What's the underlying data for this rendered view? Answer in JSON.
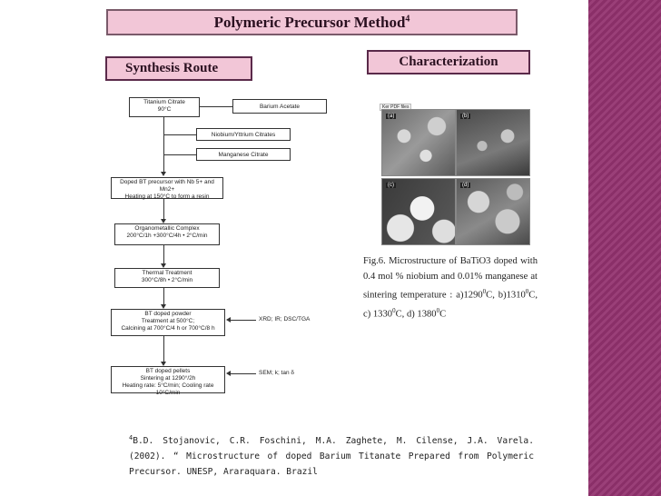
{
  "title": "Polymeric Precursor Method",
  "title_sup": "4",
  "synthesis_label": "Synthesis Route",
  "characterization_label": "Characterization",
  "flowchart": {
    "titanium": [
      "Titanium Citrate",
      "90°C"
    ],
    "barium": "Barium Acetate",
    "niobium": "Niobium/Yttrium Citrates",
    "manganese": "Manganese Citrate",
    "doped": [
      "Doped BT precursor with Nb 5+ and Mn2+",
      "Heating at 150°C to form a resin"
    ],
    "organometallic": [
      "Organometallic Complex",
      "200°C/1h +300°C/4h • 2°C/min"
    ],
    "thermal": [
      "Thermal Treatment",
      "300°C/8h • 2°C/min"
    ],
    "powder": [
      "BT doped powder",
      "Treatment at 500°C;",
      "Calcining at 700°C/4 h or 700°C/8 h"
    ],
    "pellets": [
      "BT doped pellets",
      "Sintering at 1290°/2h",
      "Heating rate: 5°C/min; Cooling rate 10°C/min"
    ],
    "xrd": "XRD; IR; DSC/TGA",
    "sem": "SEM; k; tan δ"
  },
  "micro_tag": "Ker PDF files",
  "micro_panels": [
    "(a)",
    "(b)",
    "(c)",
    "(d)"
  ],
  "caption": {
    "part1": "Fig.6. Microstructure of BaTiO3 doped with 0.4 mol % niobium and 0.01% manganese at sintering temperature : a)1290",
    "sup1": "0",
    "part2": "C, b)1310",
    "sup2": "0",
    "part3": "C, c) 1330",
    "sup3": "0",
    "part4": "C, d) 1380",
    "sup4": "0",
    "part5": "C"
  },
  "reference": {
    "sup": "4",
    "text": "B.D. Stojanovic, C.R. Foschini, M.A. Zaghete, M. Cilense, J.A. Varela. (2002). “ Microstructure of doped Barium Titanate Prepared from Polymeric Precursor. UNESP, Araraquara. Brazil"
  },
  "colors": {
    "header_fill": "#f2c6d7",
    "right_band": "#8a2f68"
  }
}
